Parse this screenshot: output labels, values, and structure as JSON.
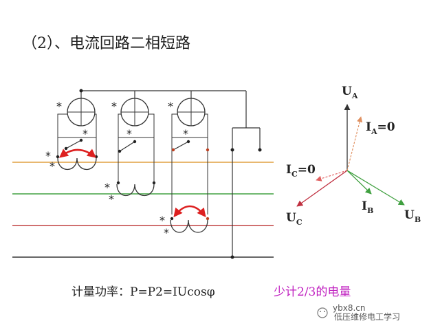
{
  "title": "（2）、电流回路二相短路",
  "formula": "计量功率：P=P2=IUcosφ",
  "note": "少计2/3的电量",
  "phasors": {
    "ua": {
      "main": "U",
      "sub": "A"
    },
    "ia": {
      "main": "I",
      "sub": "A",
      "suffix": "=0"
    },
    "ic": {
      "main": "I",
      "sub": "C",
      "suffix": "=0"
    },
    "ib": {
      "main": "I",
      "sub": "B"
    },
    "ub": {
      "main": "U",
      "sub": "B"
    },
    "uc": {
      "main": "U",
      "sub": "C"
    }
  },
  "star": "*",
  "watermark": {
    "site": "ybx8.cn",
    "account": "低压维修电工学习"
  },
  "colors": {
    "line_a": "#e0a040",
    "line_b": "#40a040",
    "line_c": "#c04040",
    "neutral": "#333333",
    "short_arrow": "#dd2020",
    "ia_arrow": "#e09060",
    "ic_arrow": "#e06060",
    "ub_arrow": "#40a040",
    "uc_arrow": "#c03040",
    "dot_red": "#c04020"
  }
}
